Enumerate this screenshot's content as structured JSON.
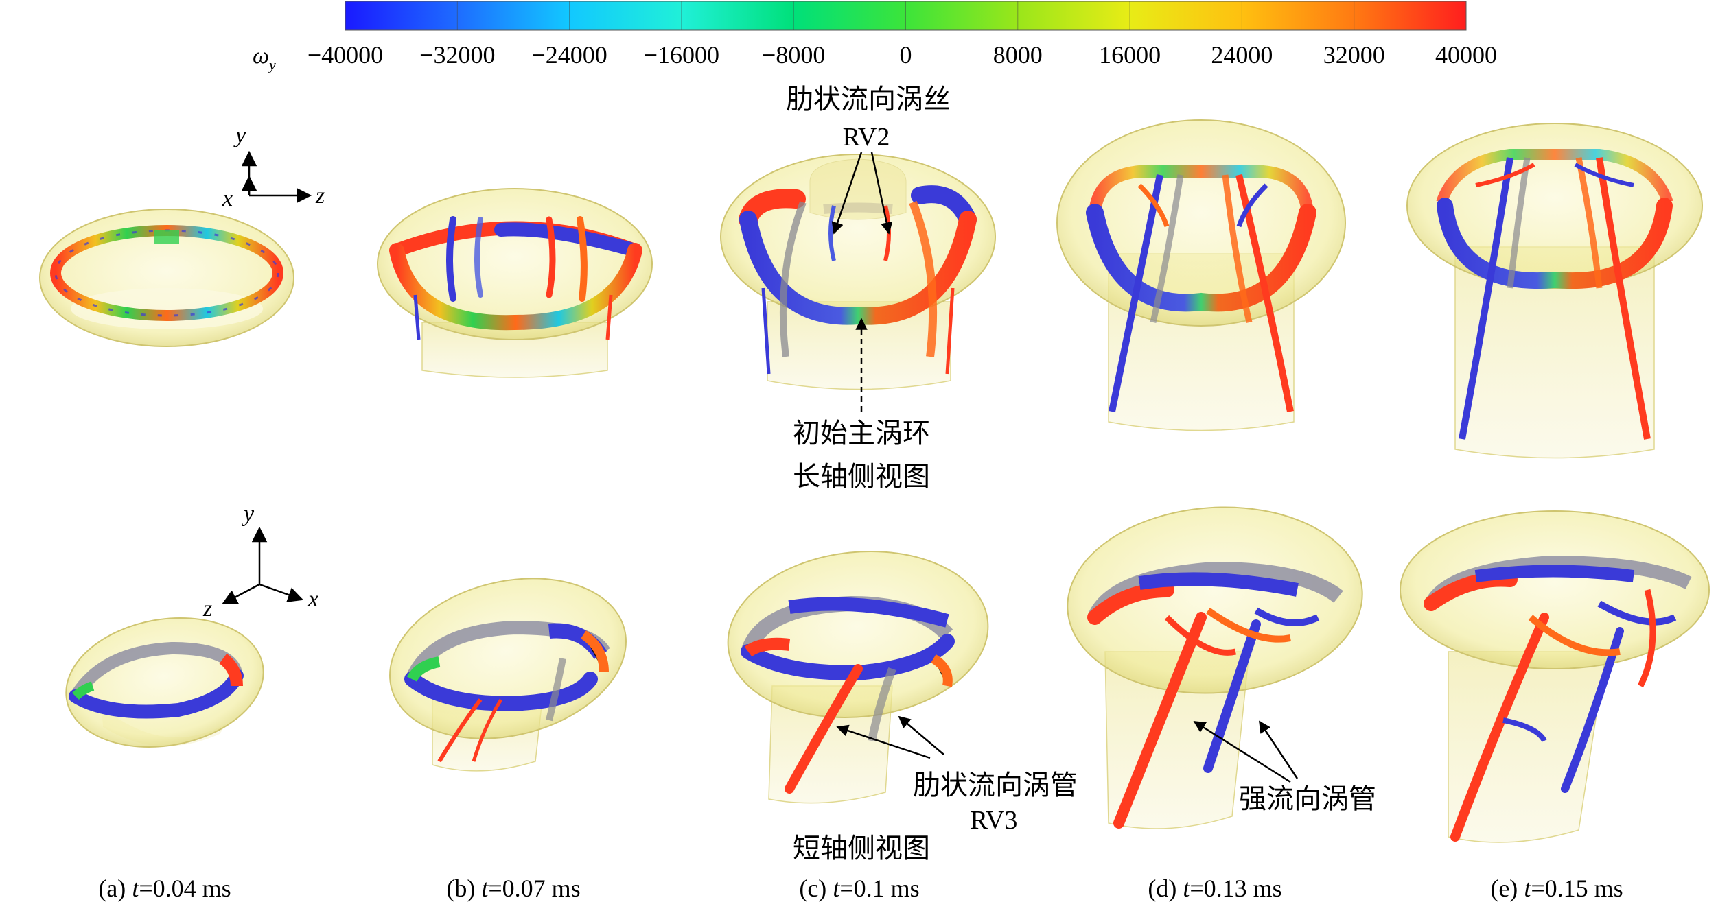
{
  "colorbar": {
    "variable_symbol": "ω",
    "variable_subscript": "y",
    "ticks": [
      "−40000",
      "−32000",
      "−24000",
      "−16000",
      "−8000",
      "0",
      "8000",
      "16000",
      "24000",
      "32000",
      "40000"
    ],
    "colors": [
      "#1a1aff",
      "#1e6cff",
      "#12c8ff",
      "#20f0d8",
      "#00e07a",
      "#3ce43a",
      "#9ae61a",
      "#e8ec16",
      "#ffc010",
      "#ff7a12",
      "#ff1e1e"
    ]
  },
  "axes": {
    "top": {
      "y": "y",
      "x": "x",
      "z": "z"
    },
    "bottom": {
      "y": "y",
      "z": "z",
      "x": "x"
    }
  },
  "annotations": {
    "rv2_label_cn": "肋状流向涡丝",
    "rv2_label": "RV2",
    "initial_ring_label": "初始主涡环",
    "long_axis_view": "长轴侧视图",
    "rv3_label_cn": "肋状流向涡管",
    "rv3_label": "RV3",
    "strong_tube_label": "强流向涡管",
    "short_axis_view": "短轴侧视图"
  },
  "panels": [
    {
      "id": "a",
      "prefix": "(a) ",
      "t": "t",
      "value": "=0.04 ms"
    },
    {
      "id": "b",
      "prefix": "(b) ",
      "t": "t",
      "value": "=0.07 ms"
    },
    {
      "id": "c",
      "prefix": "(c) ",
      "t": "t",
      "value": "=0.1 ms"
    },
    {
      "id": "d",
      "prefix": "(d) ",
      "t": "t",
      "value": "=0.13 ms"
    },
    {
      "id": "e",
      "prefix": "(e) ",
      "t": "t",
      "value": "=0.15 ms"
    }
  ],
  "shell_color": "#f1ec9c",
  "positive_color": "#ff3b1f",
  "negative_color": "#3a3ad8"
}
